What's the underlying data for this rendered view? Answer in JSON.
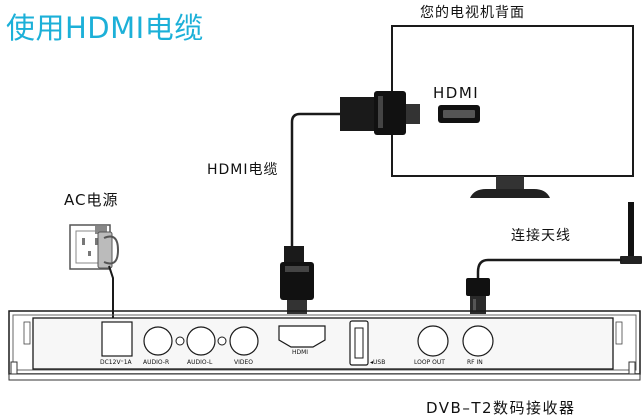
{
  "title": "使用HDMI电缆",
  "labels": {
    "tv_back": "您的电视机背面",
    "tv_port": "HDMI",
    "hdmi_cable": "HDMI电缆",
    "ac_power": "AC电源",
    "connect_antenna": "连接天线",
    "receiver": "DVB–T2数码接收器"
  },
  "ports": {
    "dc": "DC12V⁼1A",
    "audio_r": "AUDIO-R",
    "audio_l": "AUDIO-L",
    "video": "VIDEO",
    "hdmi": "HDMI",
    "usb": "◂USB",
    "loop_out": "LOOP OUT",
    "rf_in": "RF IN"
  },
  "colors": {
    "title": "#1cb0d8",
    "line": "#1a1a1a",
    "panel": "#f7f7f7"
  }
}
